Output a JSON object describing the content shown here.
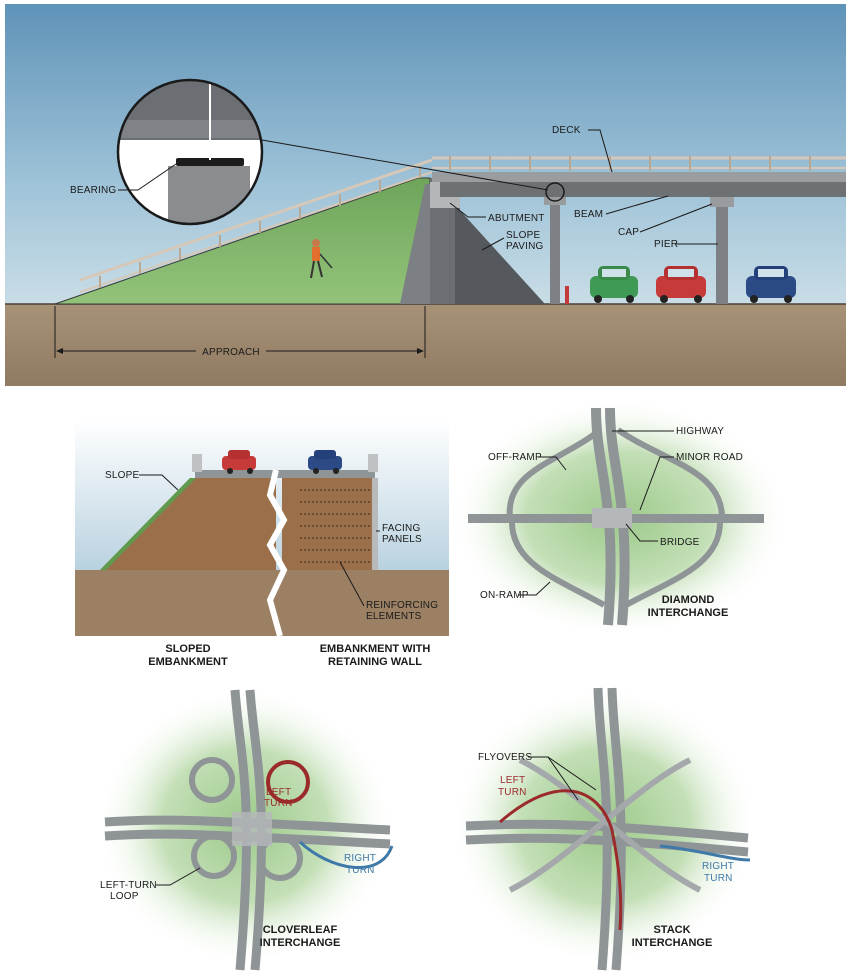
{
  "bridge_section": {
    "labels": {
      "deck": "DECK",
      "bearing": "BEARING",
      "abutment": "ABUTMENT",
      "beam": "BEAM",
      "cap": "CAP",
      "slope_paving_1": "SLOPE",
      "slope_paving_2": "PAVING",
      "pier": "PIER",
      "approach": "APPROACH"
    }
  },
  "embankment_panel": {
    "labels": {
      "slope": "SLOPE",
      "facing_1": "FACING",
      "facing_2": "PANELS",
      "reinforcing_1": "REINFORCING",
      "reinforcing_2": "ELEMENTS"
    },
    "captions": {
      "sloped_1": "SLOPED",
      "sloped_2": "EMBANKMENT",
      "wall_1": "EMBANKMENT WITH",
      "wall_2": "RETAINING WALL"
    }
  },
  "diamond_panel": {
    "labels": {
      "highway": "HIGHWAY",
      "off_ramp": "OFF-RAMP",
      "minor_road": "MINOR ROAD",
      "bridge": "BRIDGE",
      "on_ramp": "ON-RAMP"
    },
    "captions": {
      "line1": "DIAMOND",
      "line2": "INTERCHANGE"
    }
  },
  "cloverleaf_panel": {
    "labels": {
      "left_turn_1": "LEFT",
      "left_turn_2": "TURN",
      "right_turn_1": "RIGHT",
      "right_turn_2": "TURN",
      "loop_1": "LEFT-TURN",
      "loop_2": "LOOP"
    },
    "captions": {
      "line1": "CLOVERLEAF",
      "line2": "INTERCHANGE"
    }
  },
  "stack_panel": {
    "labels": {
      "flyovers": "FLYOVERS",
      "left_turn_1": "LEFT",
      "left_turn_2": "TURN",
      "right_turn_1": "RIGHT",
      "right_turn_2": "TURN"
    },
    "captions": {
      "line1": "STACK",
      "line2": "INTERCHANGE"
    }
  },
  "colors": {
    "sky": "#6d9ec0",
    "ground": "#a38d74",
    "grass": "#7fb46a",
    "road": "#8f9497",
    "highlight_left_turn": "#9b2b2b",
    "highlight_right_turn": "#3f79a8"
  }
}
